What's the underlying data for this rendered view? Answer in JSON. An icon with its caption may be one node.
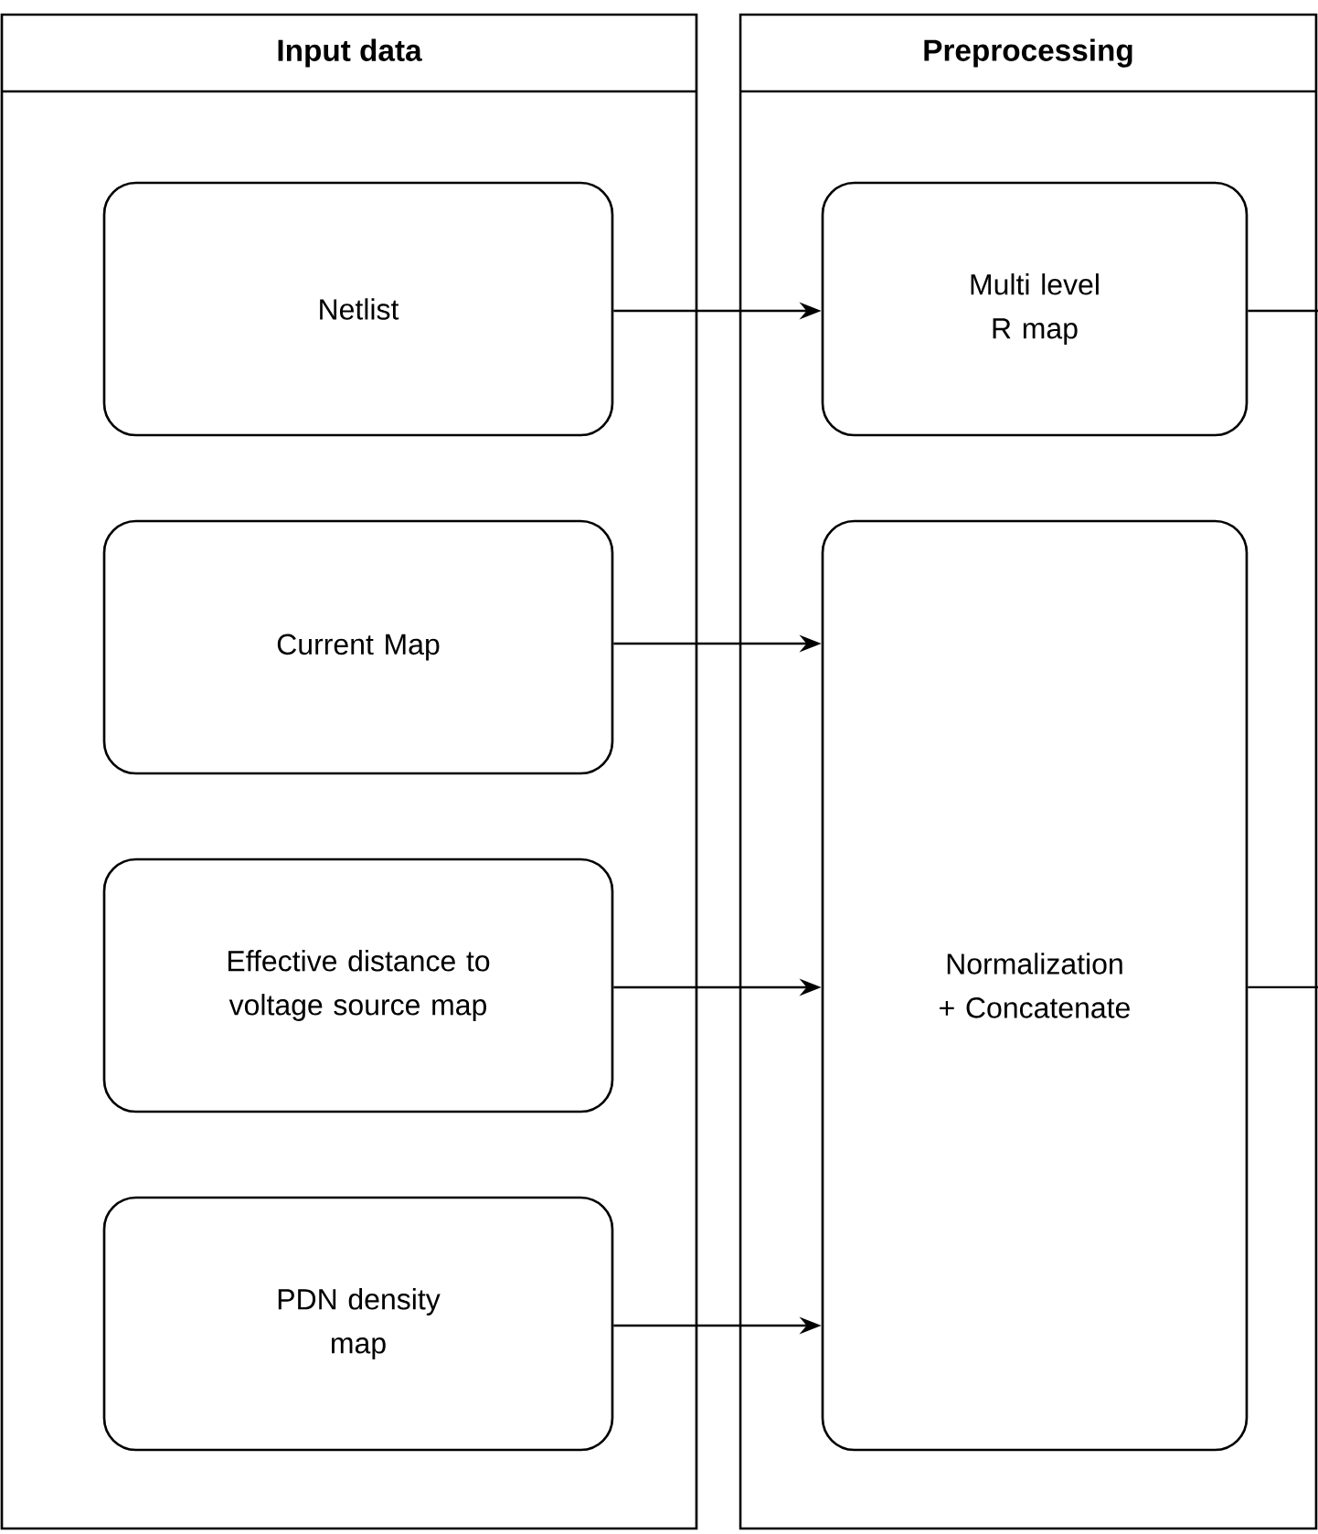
{
  "diagram": {
    "nodes": [
      {
        "text": [
          "Input data"
        ]
      },
      {
        "text": [
          "Preprocessing"
        ]
      },
      {
        "text": [
          "Netlist"
        ],
        "in": 0
      },
      {
        "text": [
          "Current Map"
        ],
        "in": 0
      },
      {
        "text": [
          "Effective distance to voltage source map"
        ],
        "in": 0
      },
      {
        "text": [
          "PDN density map"
        ],
        "in": 0
      },
      {
        "text": [
          "Multi level R map"
        ],
        "in": 1
      },
      {
        "text": [
          "Normalization + Concatenate"
        ],
        "in": 1
      }
    ],
    "edges": [
      {
        "from": 2,
        "to": 6,
        "arrow": "to"
      },
      {
        "from": 3,
        "to": 7,
        "arrow": "to"
      },
      {
        "from": 4,
        "to": 7,
        "arrow": "to"
      },
      {
        "from": 5,
        "to": 7,
        "arrow": "to"
      },
      {
        "from": 6,
        "to": null,
        "arrow": "none"
      },
      {
        "from": 7,
        "to": null,
        "arrow": "none"
      }
    ]
  }
}
